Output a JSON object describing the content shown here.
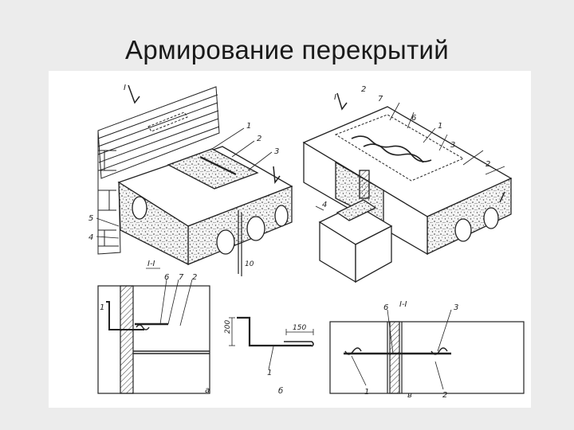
{
  "slide": {
    "title": "Армирование перекрытий"
  },
  "figure": {
    "labels": {
      "section_i": "I",
      "section_ii": "I",
      "section_a": "I-I",
      "section_v": "I-I",
      "n1": "1",
      "n2": "2",
      "n3": "3",
      "n4": "4",
      "n5": "5",
      "n6": "6",
      "n7": "7",
      "dim_10": "10",
      "dim_200": "200",
      "dim_150": "150",
      "sub_a": "а",
      "sub_b": "б",
      "sub_v": "в"
    }
  }
}
